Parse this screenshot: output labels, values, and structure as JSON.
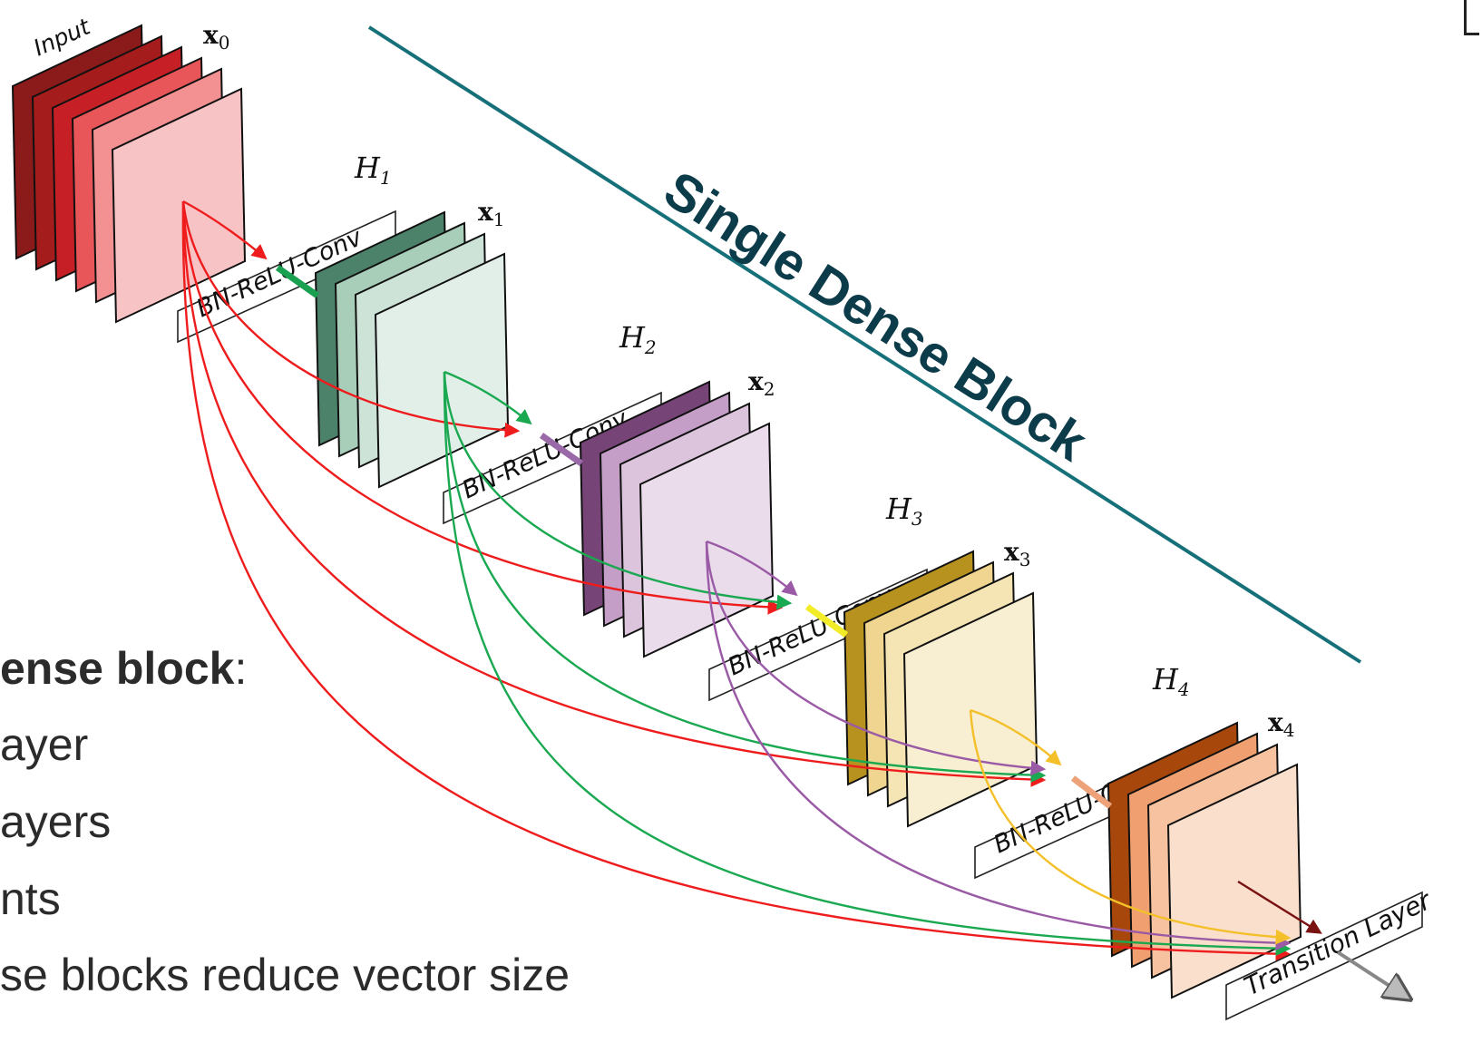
{
  "title": "Single Dense Block",
  "input_label": "Input",
  "stages": [
    {
      "feature": "x",
      "sub": "0",
      "fill_colors": [
        "#8b1a1a",
        "#a51c1c",
        "#c62026",
        "#e85659",
        "#f29092",
        "#f8c3c5"
      ]
    },
    {
      "feature": "x",
      "sub": "1",
      "op_label": "BN-ReLU-Conv",
      "h": "H",
      "h_sub": "1",
      "accent": "#1aa051",
      "fill_colors": [
        "#4d826a",
        "#a8ceba",
        "#cde3d8",
        "#e2efe8"
      ]
    },
    {
      "feature": "x",
      "sub": "2",
      "op_label": "BN-ReLU-Conv",
      "h": "H",
      "h_sub": "2",
      "accent": "#9a6aa8",
      "fill_colors": [
        "#774477",
        "#c49ec7",
        "#dcc4dd",
        "#eadcea"
      ]
    },
    {
      "feature": "x",
      "sub": "3",
      "op_label": "BN-ReLU-Conv",
      "h": "H",
      "h_sub": "3",
      "accent": "#f2ed28",
      "fill_colors": [
        "#b8921f",
        "#efd590",
        "#f5e4b4",
        "#f8efd3"
      ]
    },
    {
      "feature": "x",
      "sub": "4",
      "op_label": "BN-ReLU-Conv",
      "h": "H",
      "h_sub": "4",
      "accent": "#eea27a",
      "fill_colors": [
        "#a8470c",
        "#f0a070",
        "#f6c2a0",
        "#fadfcc"
      ]
    }
  ],
  "transition_label": "Transition Layer",
  "connection_colors": [
    "#ee1c1c",
    "#1aa851",
    "#9a5aa6",
    "#f4c02a",
    "#7a1212"
  ],
  "title_color": "#0c3b4a",
  "rule_color": "#16707a",
  "bullets": [
    {
      "bold": "ense block",
      "rest": ":"
    },
    {
      "text": "ayer"
    },
    {
      "text": "ayers"
    },
    {
      "text": "nts"
    },
    {
      "text": "se blocks reduce vector size"
    }
  ]
}
